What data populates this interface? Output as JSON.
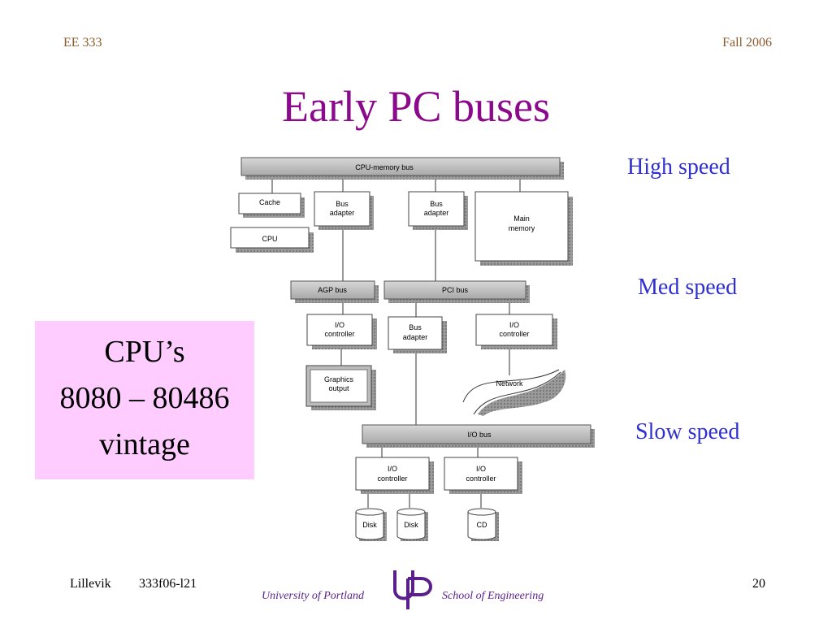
{
  "header": {
    "left": "EE 333",
    "right": "Fall 2006"
  },
  "title": "Early PC buses",
  "speed_labels": {
    "high": "High speed",
    "med": "Med speed",
    "slow": "Slow speed"
  },
  "cpu_box": {
    "line1": "CPU’s",
    "line2": "8080 – 80486",
    "line3": "vintage"
  },
  "diagram": {
    "cpu_memory_bus": "CPU-memory bus",
    "cache": "Cache",
    "cpu": "CPU",
    "bus_adapter_1": [
      "Bus",
      "adapter"
    ],
    "bus_adapter_2": [
      "Bus",
      "adapter"
    ],
    "main_memory": [
      "Main",
      "memory"
    ],
    "agp_bus": "AGP bus",
    "pci_bus": "PCI bus",
    "io_controller_agp": [
      "I/O",
      "controller"
    ],
    "bus_adapter_3": [
      "Bus",
      "adapter"
    ],
    "io_controller_net": [
      "I/O",
      "controller"
    ],
    "graphics_output": [
      "Graphics",
      "output"
    ],
    "network": "Network",
    "io_bus": "I/O bus",
    "io_controller_disk": [
      "I/O",
      "controller"
    ],
    "io_controller_cd": [
      "I/O",
      "controller"
    ],
    "disk_1": "Disk",
    "disk_2": "Disk",
    "cd": "CD"
  },
  "footer": {
    "author": "Lillevik",
    "course": "333f06-l21",
    "page": "20",
    "university": "University of Portland",
    "school": "School of Engineering"
  },
  "colors": {
    "title": "#8b0a8b",
    "speed": "#3030d0",
    "cpu_box_bg": "#ffccff",
    "header": "#8a5a2b",
    "footer_brand": "#5a1f8a"
  }
}
